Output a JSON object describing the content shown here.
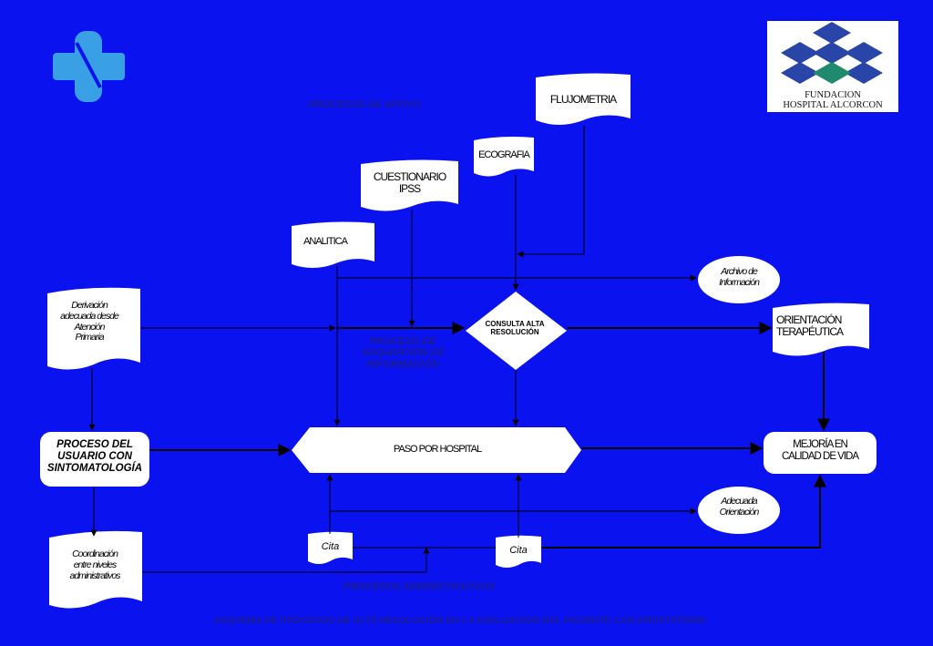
{
  "nodes": {
    "fluxometria": "FLUJOMETRIA",
    "ecografia": "ECOGRAFIA",
    "cuestionario": "CUESTIONARIO\nIPSS",
    "analitica": "ANALITICA",
    "derivacion": "Derivación\nadecuada desde\nAtención\nPrimaria",
    "consulta": "CONSULTA ALTA\nRESOLUCIÓN",
    "archivo": "Archivo de\nInformación",
    "orientacion": "ORIENTACIÓN\nTERAPÉUTICA",
    "proceso_usuario": "PROCESO DEL\nUSUARIO CON\nSINTOMATOLOGÍA",
    "paso_hospital": "PASO POR HOSPITAL",
    "mejoria": "MEJORÍA EN\nCALIDAD DE VIDA",
    "adecuada": "Adecuada\nOrientación",
    "cita_left": "Cita",
    "cita_right": "Cita",
    "coordinacion": "Coordinación\nentre niveles\nadministrativos"
  },
  "labels": {
    "procesos_apoyo": "PROCESOS DE APOYO",
    "proceso_adquisicion": "PROCESO DE\nADQUISICIÓN DE\nINFORMACIÓN",
    "procesos_administrativos": "PROCESOS ADMINISTRATIVOS",
    "caption": "ESQUEMA DE PROCESOS DE ALTA RESOLUCIÓN EN LA EVALUACIÓN DEL PACIENTE CON PROSTATISMO"
  },
  "logo": {
    "line1": "FUNDACION",
    "line2": "HOSPITAL ALCORCON"
  },
  "colors": {
    "background": "#0a12f0",
    "shape_fill": "#ffffff",
    "logo_blue": "#2a45a8",
    "logo_teal": "#1f8a6e",
    "cross": "#3aa0e6"
  }
}
